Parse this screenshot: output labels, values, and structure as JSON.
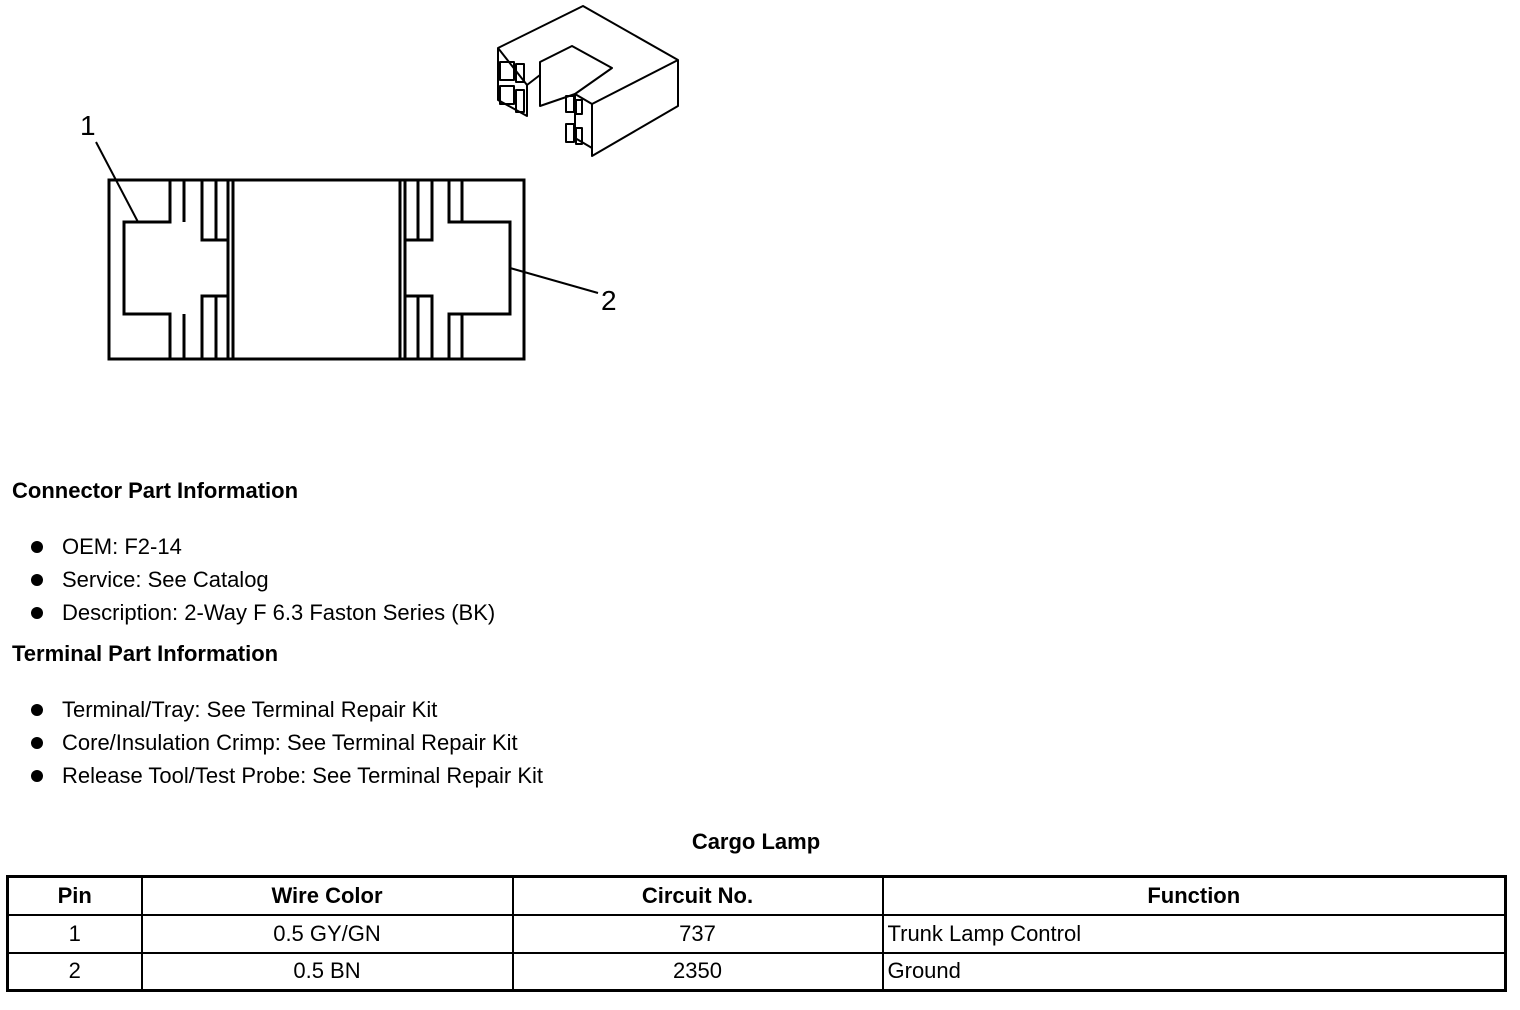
{
  "diagram": {
    "callouts": [
      "1",
      "2"
    ]
  },
  "connector_section": {
    "heading": "Connector Part Information",
    "items": [
      "OEM: F2-14",
      "Service: See Catalog",
      "Description: 2-Way F 6.3 Faston Series (BK)"
    ]
  },
  "terminal_section": {
    "heading": "Terminal Part Information",
    "items": [
      "Terminal/Tray: See Terminal Repair Kit",
      "Core/Insulation Crimp: See Terminal Repair Kit",
      "Release Tool/Test Probe: See Terminal Repair Kit"
    ]
  },
  "table": {
    "title": "Cargo Lamp",
    "headers": [
      "Pin",
      "Wire Color",
      "Circuit No.",
      "Function"
    ],
    "rows": [
      [
        "1",
        "0.5 GY/GN",
        "737",
        "Trunk Lamp Control"
      ],
      [
        "2",
        "0.5 BN",
        "2350",
        "Ground"
      ]
    ]
  }
}
